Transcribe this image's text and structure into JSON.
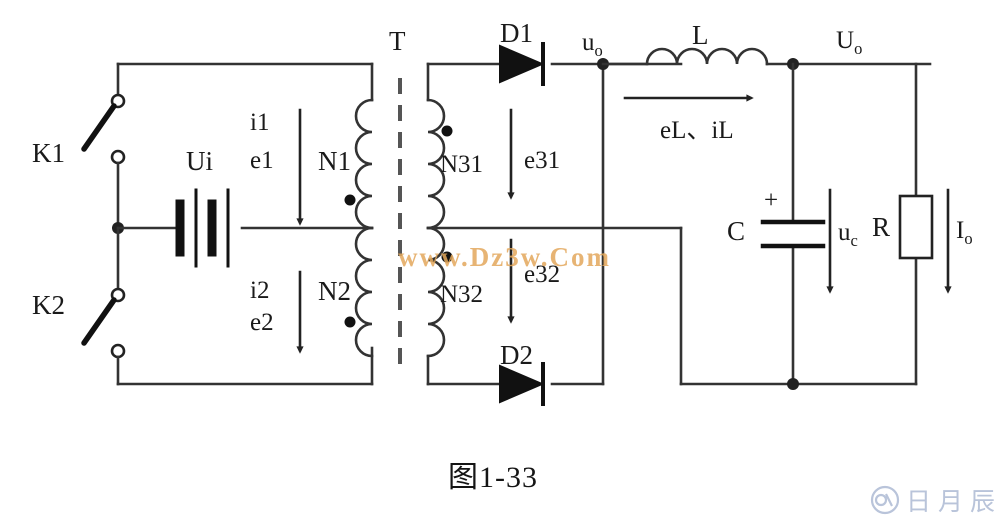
{
  "figure": {
    "caption": "图1-33",
    "watermark": "www.Dz3w.Com",
    "brand_text": "日月辰",
    "brand_icon": "circle-logo-icon",
    "colors": {
      "wire": "#333333",
      "label": "#1a1a1a",
      "watermark": "#e3a85c",
      "brand": "#b9c4da",
      "background": "#ffffff"
    }
  },
  "labels": {
    "switch_k1": "K1",
    "switch_k2": "K2",
    "source_ui": "Ui",
    "primary_current_1": "i1",
    "primary_emf_1": "e1",
    "winding_n1": "N1",
    "primary_current_2": "i2",
    "primary_emf_2": "e2",
    "winding_n2": "N2",
    "transformer": "T",
    "winding_n31": "N31",
    "emf_31": "e31",
    "winding_n32": "N32",
    "emf_32": "e32",
    "diode_d1": "D1",
    "diode_d2": "D2",
    "node_uo": "u",
    "node_uo_sub": "o",
    "inductor_l": "L",
    "inductor_arrow_label": "eL、iL",
    "capacitor_c": "C",
    "capacitor_polarity": "+",
    "capacitor_voltage": "u",
    "capacitor_voltage_sub": "c",
    "resistor_r": "R",
    "output_current": "I",
    "output_current_sub": "o",
    "output_voltage": "U",
    "output_voltage_sub": "o"
  },
  "components": [
    {
      "name": "switch-k1",
      "type": "spst-switch",
      "state": "open",
      "label": "K1"
    },
    {
      "name": "switch-k2",
      "type": "spst-switch",
      "state": "open",
      "label": "K2"
    },
    {
      "name": "battery-ui",
      "type": "battery",
      "cells": 2,
      "label": "Ui"
    },
    {
      "name": "transformer-t",
      "type": "center-tapped-transformer",
      "label": "T",
      "primary": [
        "N1",
        "N2"
      ],
      "secondary": [
        "N31",
        "N32"
      ]
    },
    {
      "name": "diode-d1",
      "type": "diode",
      "label": "D1",
      "orientation": "right"
    },
    {
      "name": "diode-d2",
      "type": "diode",
      "label": "D2",
      "orientation": "right"
    },
    {
      "name": "inductor-l",
      "type": "inductor",
      "label": "L"
    },
    {
      "name": "capacitor-c",
      "type": "polarized-capacitor",
      "label": "C",
      "polarity": "+"
    },
    {
      "name": "resistor-r",
      "type": "resistor",
      "label": "R"
    }
  ],
  "nodes": [
    {
      "name": "node-uo",
      "label": "uo"
    },
    {
      "name": "node-output-Uo",
      "label": "Uo"
    }
  ]
}
